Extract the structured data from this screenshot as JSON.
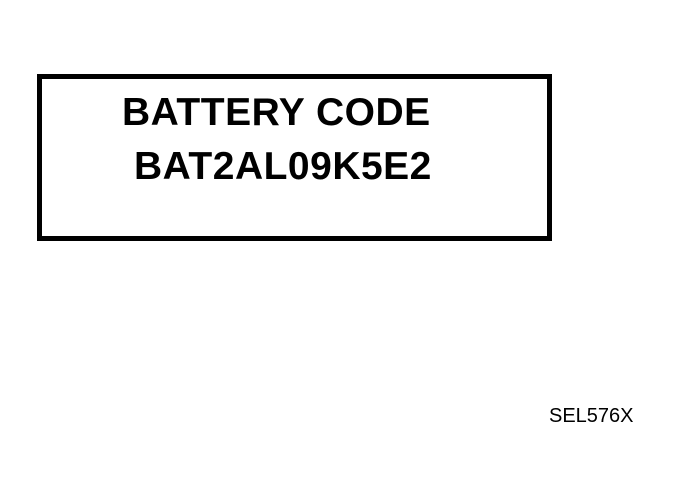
{
  "label": {
    "title": "BATTERY CODE",
    "code": "BAT2AL09K5E2"
  },
  "figure_ref": "SEL576X"
}
